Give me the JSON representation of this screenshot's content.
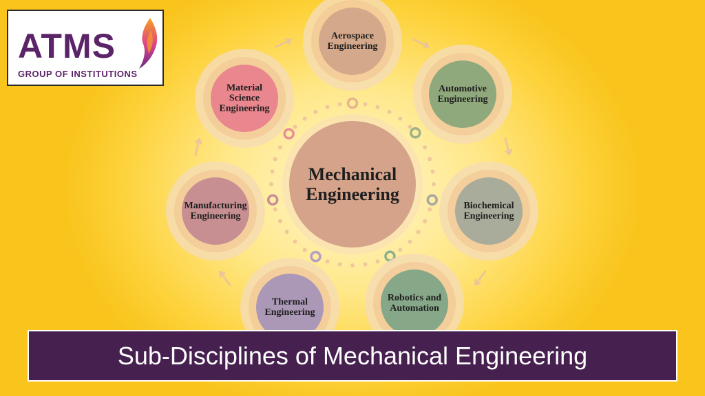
{
  "logo": {
    "name": "ATMS",
    "subtitle": "GROUP OF INSTITUTIONS",
    "colors": {
      "text": "#5c2468",
      "flame_top": "#f7a21b",
      "flame_mid": "#e0468a",
      "flame_bottom": "#6b2a86"
    }
  },
  "diagram": {
    "center": {
      "label": "Mechanical\nEngineering",
      "color": "#d4a38a"
    },
    "nodes": [
      {
        "label": "Aerospace\nEngineering",
        "color": "#d4a88a"
      },
      {
        "label": "Automotive\nEngineering",
        "color": "#8fa97c"
      },
      {
        "label": "Biochemical\nEngineering",
        "color": "#a9ab9b"
      },
      {
        "label": "Robotics and\nAutomation",
        "color": "#86a888"
      },
      {
        "label": "Thermal\nEngineering",
        "color": "#ab97b6"
      },
      {
        "label": "Manufacturing\nEngineering",
        "color": "#c78f92"
      },
      {
        "label": "Material\nScience\nEngineering",
        "color": "#e9868e"
      }
    ],
    "ring_color": "#f6dcb1",
    "arrow_color": "#e8c39c"
  },
  "footer": {
    "title": "Sub-Disciplines of Mechanical Engineering",
    "bg_color": "#46204f",
    "text_color": "#ffffff"
  }
}
